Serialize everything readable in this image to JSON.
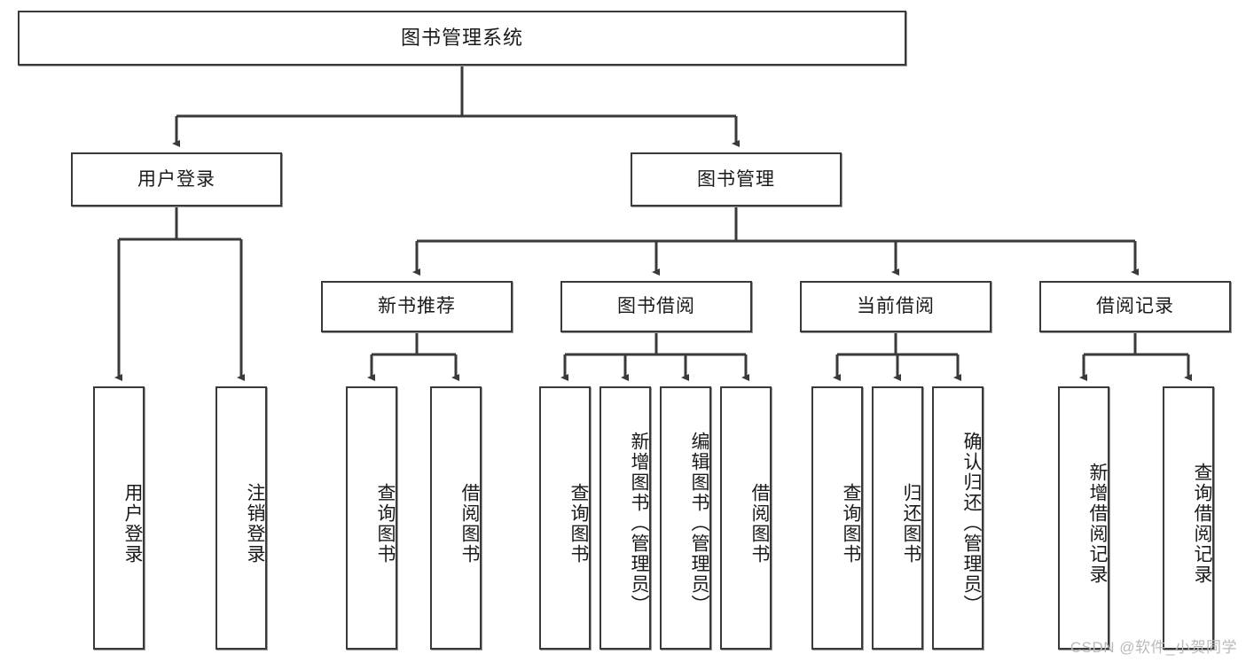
{
  "diagram": {
    "title": "图书管理系统",
    "watermark": "CSDN @软件_小贺同学",
    "root": {
      "label": "图书管理系统"
    },
    "level1": [
      {
        "label": "用户登录"
      },
      {
        "label": "图书管理"
      }
    ],
    "level2": [
      {
        "label": "新书推荐"
      },
      {
        "label": "图书借阅"
      },
      {
        "label": "当前借阅"
      },
      {
        "label": "借阅记录"
      }
    ],
    "leaves": {
      "user_login": [
        {
          "label": "用户登录"
        },
        {
          "label": "注销登录"
        }
      ],
      "new_book": [
        {
          "label": "查询图书"
        },
        {
          "label": "借阅图书"
        }
      ],
      "book_borrow": [
        {
          "label": "查询图书"
        },
        {
          "label": "新增图书（管理员）"
        },
        {
          "label": "编辑图书（管理员）"
        },
        {
          "label": "借阅图书"
        }
      ],
      "current_borrow": [
        {
          "label": "查询图书"
        },
        {
          "label": "归还图书"
        },
        {
          "label": "确认归还（管理员）"
        }
      ],
      "borrow_record": [
        {
          "label": "新增借阅记录"
        },
        {
          "label": "查询借阅记录"
        }
      ]
    }
  },
  "style": {
    "line_color": "#3a3a3a",
    "box_border": "#3a3a3a",
    "box_fill": "#ffffff",
    "text_color": "#1a1a1a",
    "watermark_color": "#b9b9b9"
  }
}
